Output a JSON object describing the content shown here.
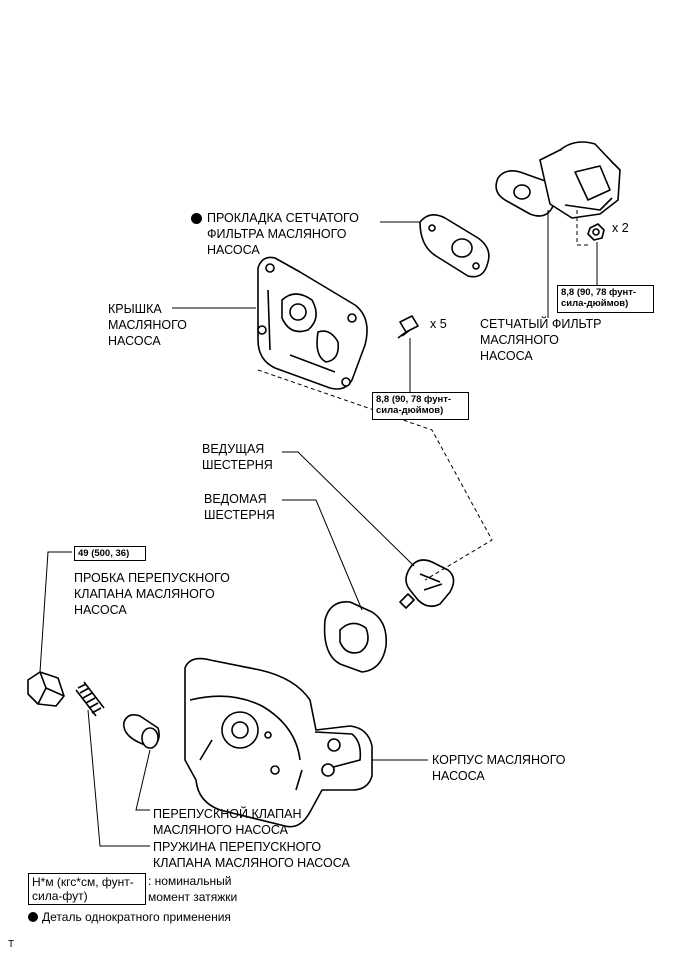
{
  "labels": {
    "gasket": "ПРОКЛАДКА СЕТЧАТОГО\nФИЛЬТРА МАСЛЯНОГО\nНАСОСА",
    "cover": "КРЫШКА\nМАСЛЯНОГО\nНАСОСА",
    "strainer": "СЕТЧАТЫЙ ФИЛЬТР\nМАСЛЯНОГО\nНАСОСА",
    "drive_gear": "ВЕДУЩАЯ\nШЕСТЕРНЯ",
    "driven_gear": "ВЕДОМАЯ\nШЕСТЕРНЯ",
    "relief_plug": "ПРОБКА ПЕРЕПУСКНОГО\nКЛАПАНА МАСЛЯНОГО\nНАСОСА",
    "pump_body": "КОРПУС МАСЛЯНОГО\nНАСОСА",
    "relief_valve": "ПЕРЕПУСКНОЙ КЛАПАН\nМАСЛЯНОГО НАСОСА",
    "relief_spring": "ПРУЖИНА ПЕРЕПУСКНОГО\nКЛАПАНА МАСЛЯНОГО НАСОСА"
  },
  "torques": {
    "strainer_nut": "8,8 (90, 78 фунт-\nсила-дюймов)",
    "cover_bolt": "8,8 (90, 78 фунт-\nсила-дюймов)",
    "plug": "49 (500, 36)"
  },
  "quantities": {
    "nut": "x 2",
    "bolt": "x 5"
  },
  "legend": {
    "torque_box": "Н*м (кгс*см, фунт-\nсила-фут)",
    "torque_desc": ": номинальный\nмомент затяжки",
    "non_reusable": "Деталь однократного применения"
  },
  "corner_mark": "T"
}
